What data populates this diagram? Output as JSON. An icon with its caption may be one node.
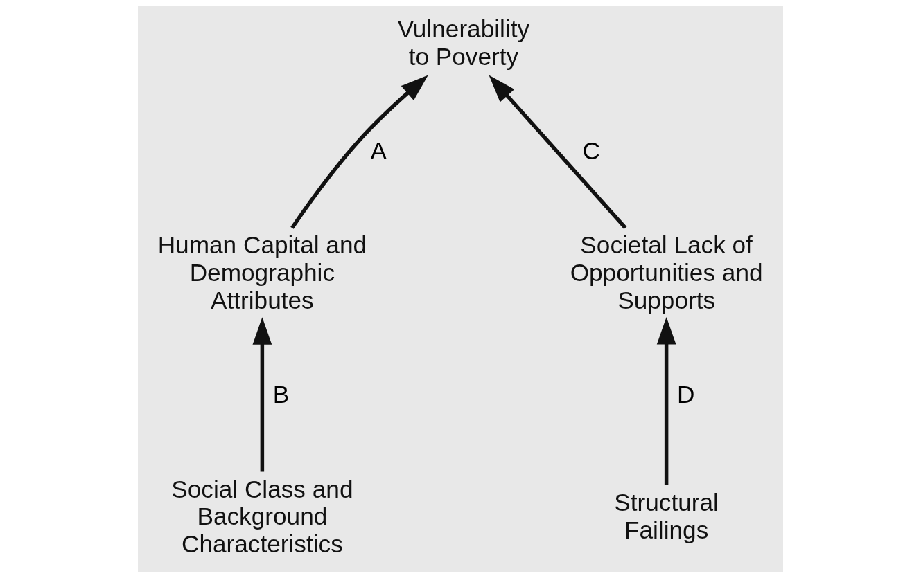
{
  "diagram": {
    "nodes": [
      {
        "text": [
          "Vulnerability to Poverty"
        ]
      },
      {
        "text": [
          "Human Capital and Demographic Attributes"
        ]
      },
      {
        "text": [
          "Societal Lack of Opportunities and Supports"
        ]
      },
      {
        "text": [
          "Social Class and Background Characteristics"
        ]
      },
      {
        "text": [
          "Structural Failings"
        ]
      }
    ],
    "edges": [
      {
        "from": 1,
        "to": 0,
        "arrow": "to",
        "label": "A"
      },
      {
        "from": 3,
        "to": 1,
        "arrow": "to",
        "label": "B"
      },
      {
        "from": 2,
        "to": 0,
        "arrow": "to",
        "label": "C"
      },
      {
        "from": 4,
        "to": 2,
        "arrow": "to",
        "label": "D"
      }
    ]
  }
}
